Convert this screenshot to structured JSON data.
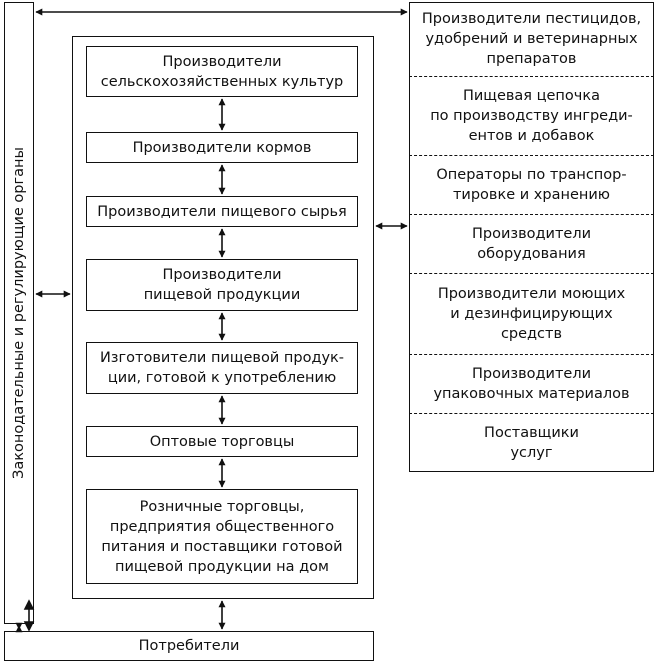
{
  "left_bar": {
    "label": "Законодательные и регулирующие органы"
  },
  "chain": [
    {
      "label": "Производители\nсельскохозяйственных культур"
    },
    {
      "label": "Производители кормов"
    },
    {
      "label": "Производители пищевого сырья"
    },
    {
      "label": "Производители\nпищевой продукции"
    },
    {
      "label": "Изготовители пищевой продук-\nции, готовой к употреблению"
    },
    {
      "label": "Оптовые торговцы"
    },
    {
      "label": "Розничные торговцы,\nпредприятия общественного\nпитания и поставщики готовой\nпищевой продукции на дом"
    }
  ],
  "right_panel": [
    {
      "label": "Производители пестицидов,\nудобрений и ветеринарных\nпрепаратов"
    },
    {
      "label": "Пищевая цепочка\nпо производству ингреди-\nентов и добавок"
    },
    {
      "label": "Операторы по транспор-\nтировке и хранению"
    },
    {
      "label": "Производители\nоборудования"
    },
    {
      "label": "Производители моющих\nи дезинфицирующих\nсредств"
    },
    {
      "label": "Производители\nупаковочных материалов"
    },
    {
      "label": "Поставщики\nуслуг"
    }
  ],
  "bottom": {
    "label": "Потребители"
  }
}
